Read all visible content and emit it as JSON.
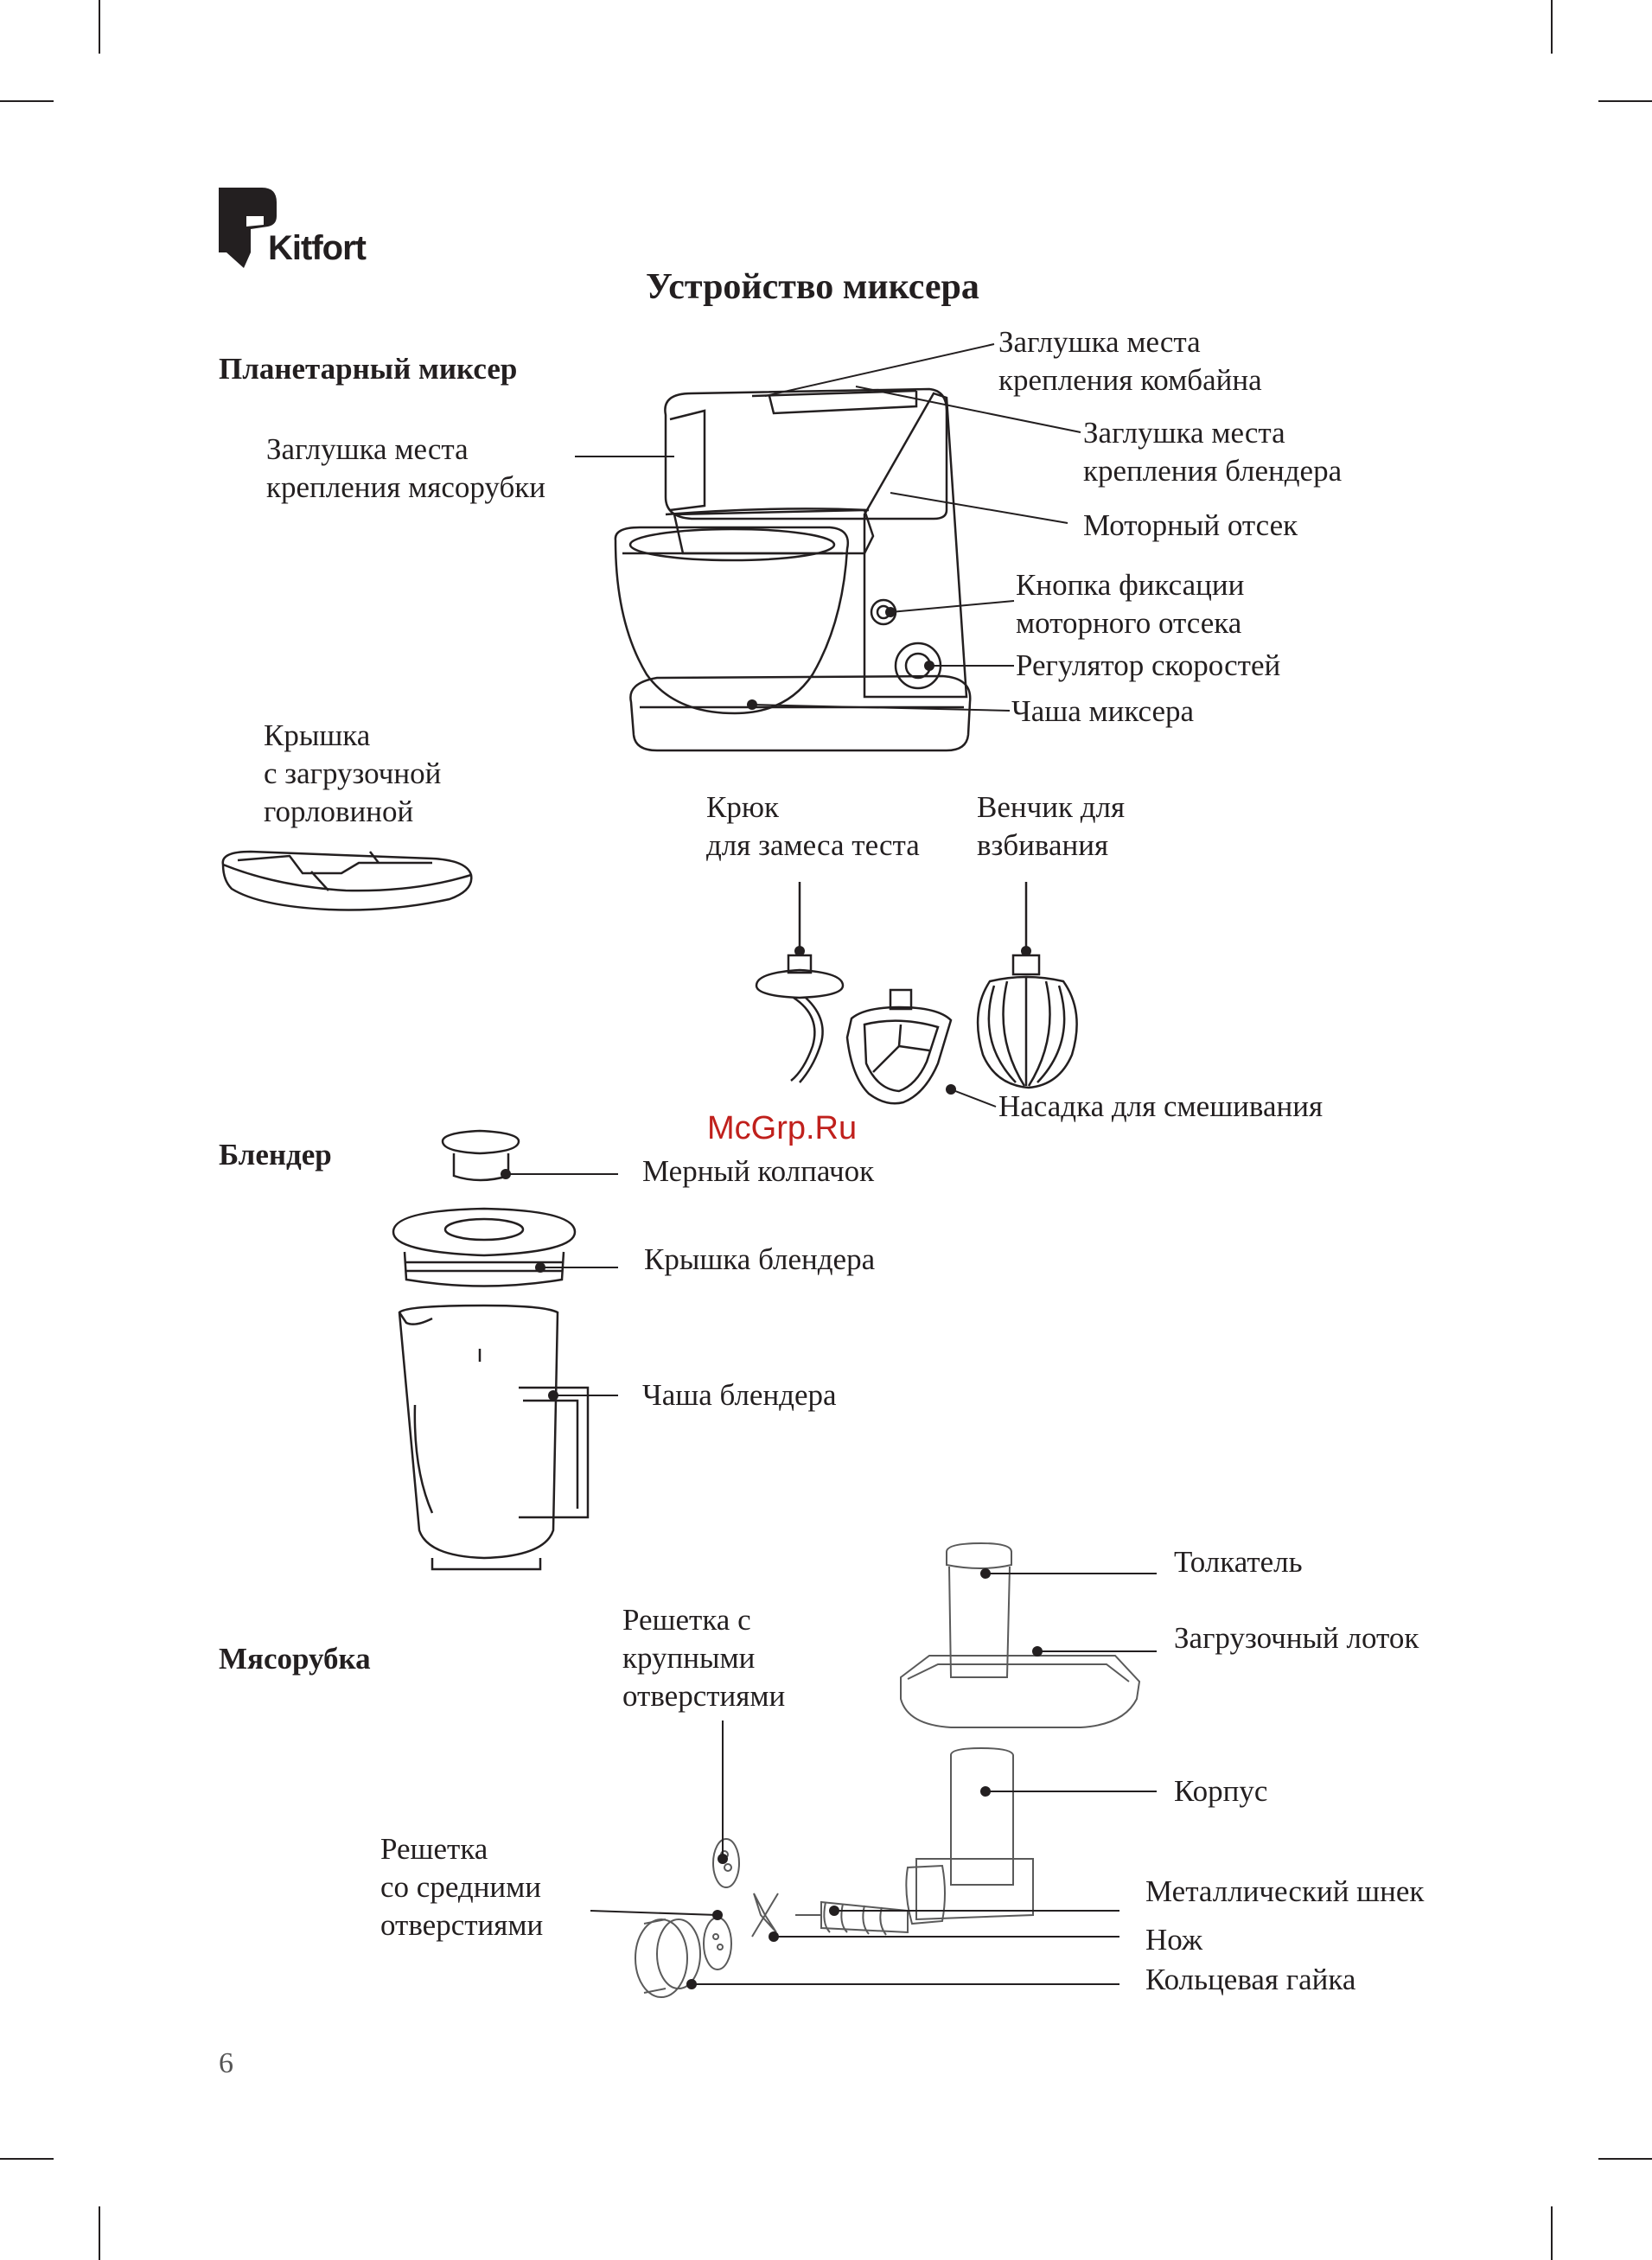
{
  "brand": {
    "name": "Kitfort"
  },
  "page_title": "Устройство миксера",
  "page_number": "6",
  "watermark": "McGrp.Ru",
  "sections": {
    "planetary": {
      "heading": "Планетарный миксер",
      "labels": {
        "combine_cap": [
          "Заглушка места",
          "крепления комбайна"
        ],
        "blender_cap": [
          "Заглушка места",
          "крепления блендера"
        ],
        "motor": "Моторный отсек",
        "lock_button": [
          "Кнопка фиксации",
          "моторного отсека"
        ],
        "speed": "Регулятор скоростей",
        "bowl": "Чаша миксера",
        "grinder_cap": [
          "Заглушка места",
          "крепления мясорубки"
        ],
        "lid": [
          "Крышка",
          "с загрузочной",
          "горловиной"
        ],
        "hook": [
          "Крюк",
          "для замеса теста"
        ],
        "whisk": [
          "Венчик для",
          "взбивания"
        ],
        "beater": "Насадка для смешивания"
      }
    },
    "blender": {
      "heading": "Блендер",
      "labels": {
        "cap": "Мерный колпачок",
        "lid": "Крышка блендера",
        "jar": "Чаша блендера"
      }
    },
    "grinder": {
      "heading": "Мясорубка",
      "labels": {
        "pusher": "Толкатель",
        "tray": "Загрузочный лоток",
        "body": "Корпус",
        "coarse_plate": [
          "Решетка с",
          "крупными",
          "отверстиями"
        ],
        "medium_plate": [
          "Решетка",
          "со средними",
          "отверстиями"
        ],
        "screw": "Металлический шнек",
        "knife": "Нож",
        "ring_nut": "Кольцевая гайка"
      }
    }
  }
}
